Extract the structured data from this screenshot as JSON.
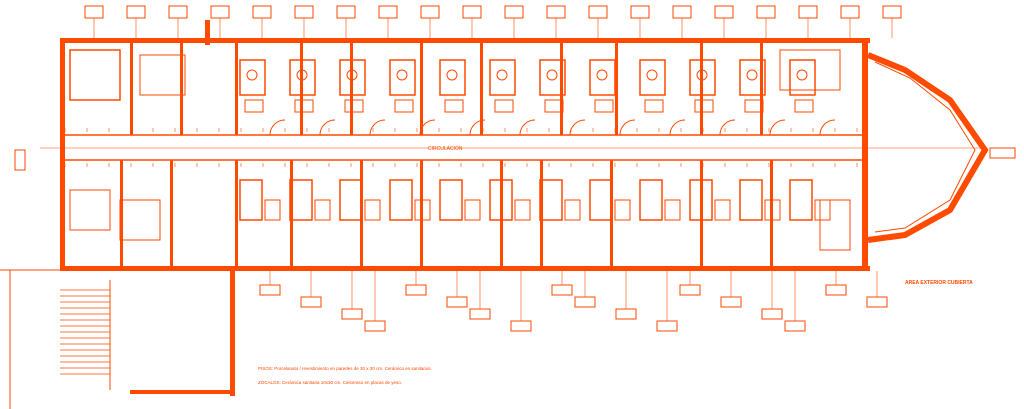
{
  "drawing": {
    "color": "#ff4a00",
    "notes": {
      "floors": "PISOS: Porcelanato / revestimiento en paredes de 30 x 30 cm. Cerámica en sanitarios.",
      "ceilings": "ZÓCALOS: Cerámica sanitaria 10x30 cm. Cielorraso en placas de yeso.",
      "right_annex": "AREA EXTERIOR CUBIERTA",
      "corridor_label": "CIRCULACIÓN"
    }
  }
}
